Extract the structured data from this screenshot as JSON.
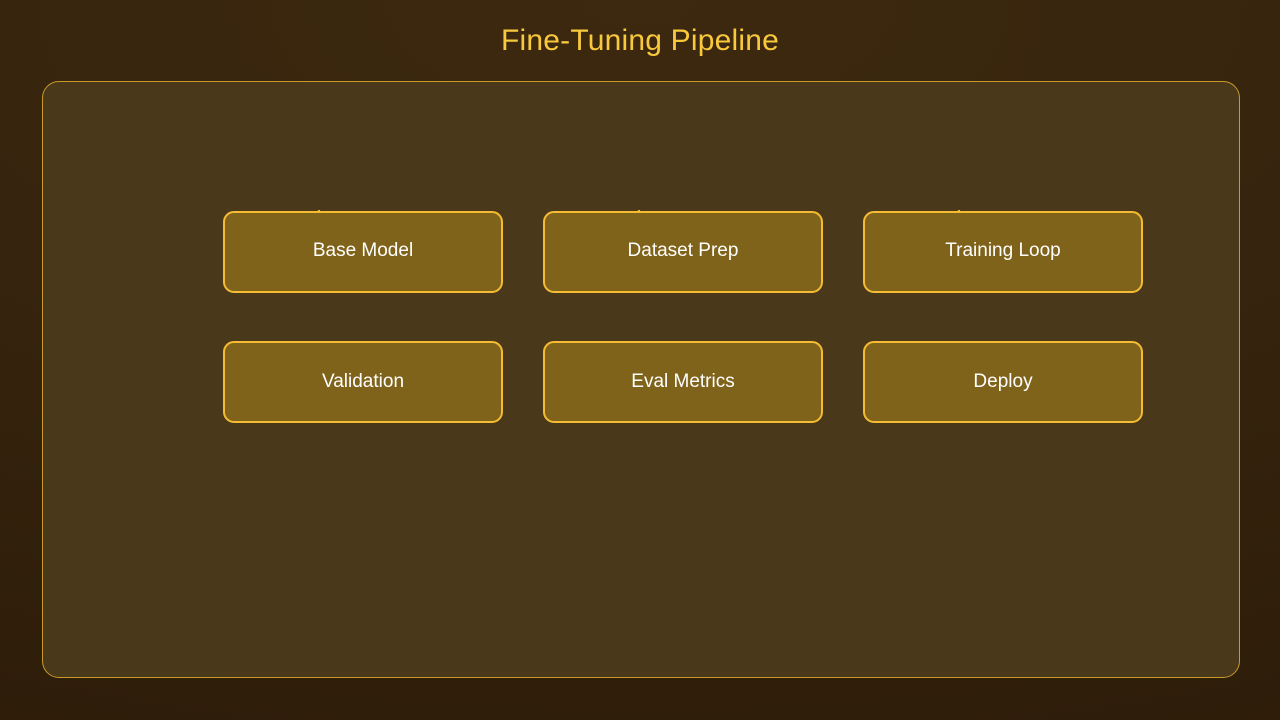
{
  "title": "Fine-Tuning Pipeline",
  "colors": {
    "background_top": "#3d290f",
    "background_bottom": "#2c1b08",
    "panel_fill": "#4a381b",
    "panel_border": "#c99a28",
    "node_fill": "#80631a",
    "node_border": "#f5bc33",
    "node_text": "#ffffff",
    "title_text": "#f8c93c",
    "edge": "#f5bc33"
  },
  "diagram": {
    "type": "flowchart",
    "nodes": [
      {
        "id": "base-model",
        "label": "Base Model",
        "row": 0,
        "col": 0
      },
      {
        "id": "dataset-prep",
        "label": "Dataset Prep",
        "row": 0,
        "col": 1
      },
      {
        "id": "training-loop",
        "label": "Training Loop",
        "row": 0,
        "col": 2
      },
      {
        "id": "validation",
        "label": "Validation",
        "row": 1,
        "col": 0
      },
      {
        "id": "eval-metrics",
        "label": "Eval Metrics",
        "row": 1,
        "col": 1
      },
      {
        "id": "deploy",
        "label": "Deploy",
        "row": 1,
        "col": 2
      }
    ],
    "edges": [
      {
        "from": "base-model",
        "to": "validation",
        "style": "arrow-down"
      },
      {
        "from": "dataset-prep",
        "to": "eval-metrics",
        "style": "arrow-down"
      },
      {
        "from": "training-loop",
        "to": "deploy",
        "style": "arrow-down"
      }
    ]
  }
}
